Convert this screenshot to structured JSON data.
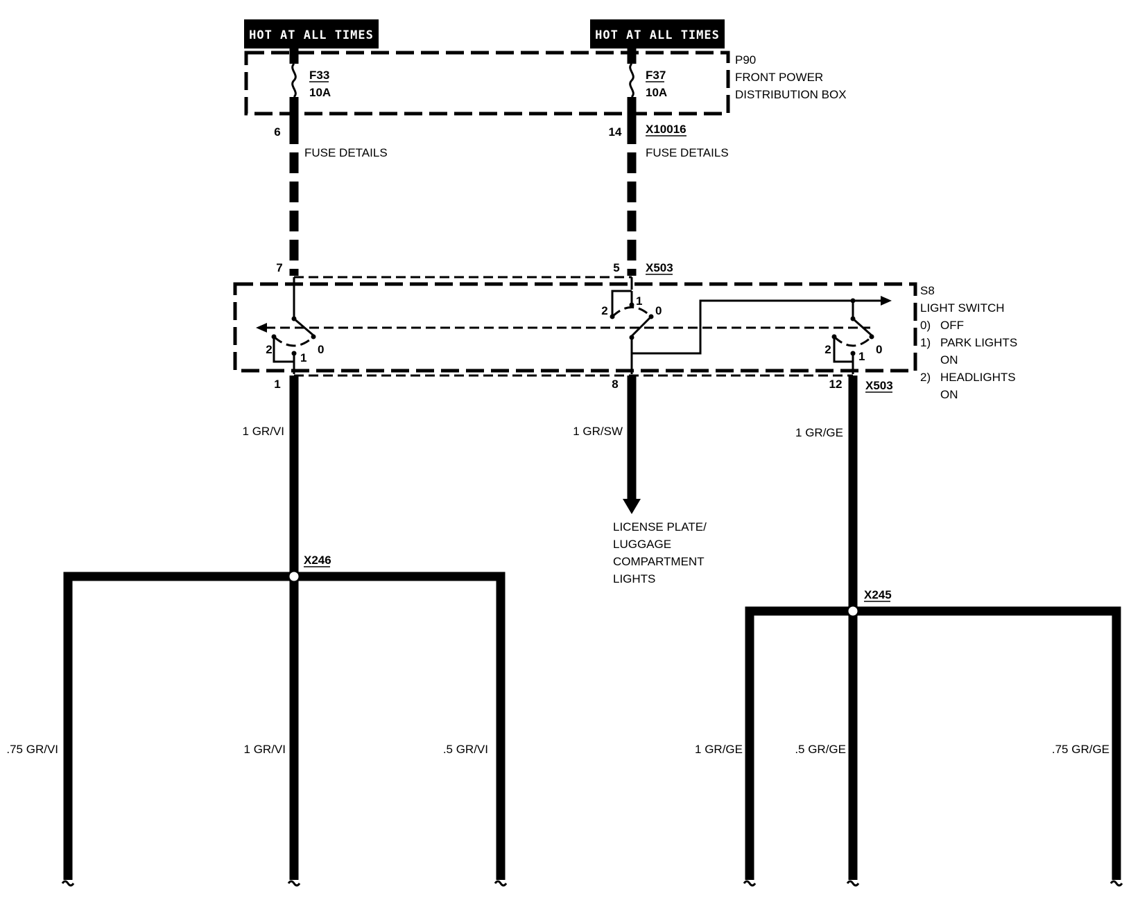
{
  "headers": {
    "left": "HOT AT ALL TIMES",
    "right": "HOT AT ALL TIMES"
  },
  "distribution_box": {
    "id": "P90",
    "line1": "FRONT POWER",
    "line2": "DISTRIBUTION BOX",
    "fuse_left": {
      "name": "F33",
      "rating": "10A",
      "pin": "6"
    },
    "fuse_right": {
      "name": "F37",
      "rating": "10A",
      "pin": "14",
      "connector": "X10016"
    },
    "fuse_details_left": "FUSE DETAILS",
    "fuse_details_right": "FUSE DETAILS"
  },
  "light_switch": {
    "id": "S8",
    "name": "LIGHT SWITCH",
    "positions": [
      {
        "num": "0)",
        "label": "OFF",
        "label2": ""
      },
      {
        "num": "1)",
        "label": "PARK LIGHTS",
        "label2": "ON"
      },
      {
        "num": "2)",
        "label": "HEADLIGHTS",
        "label2": "ON"
      }
    ],
    "top_pin_left": "7",
    "top_pin_mid": "5",
    "top_connector": "X503",
    "bottom_pin_left": "1",
    "bottom_pin_mid": "8",
    "bottom_pin_right": "12",
    "bottom_connector": "X503",
    "contact_2": "2",
    "contact_1": "1",
    "contact_0": "0"
  },
  "wires": {
    "left_main": "1 GR/VI",
    "mid_main": "1 GR/SW",
    "right_main": "1 GR/GE",
    "mid_destination": [
      "LICENSE PLATE/",
      "LUGGAGE",
      "COMPARTMENT",
      "LIGHTS"
    ]
  },
  "splices": {
    "left": "X246",
    "right": "X245"
  },
  "branches": {
    "left": [
      ".75 GR/VI",
      "1 GR/VI",
      ".5 GR/VI"
    ],
    "right": [
      "1 GR/GE",
      ".5 GR/GE",
      ".75 GR/GE"
    ]
  }
}
